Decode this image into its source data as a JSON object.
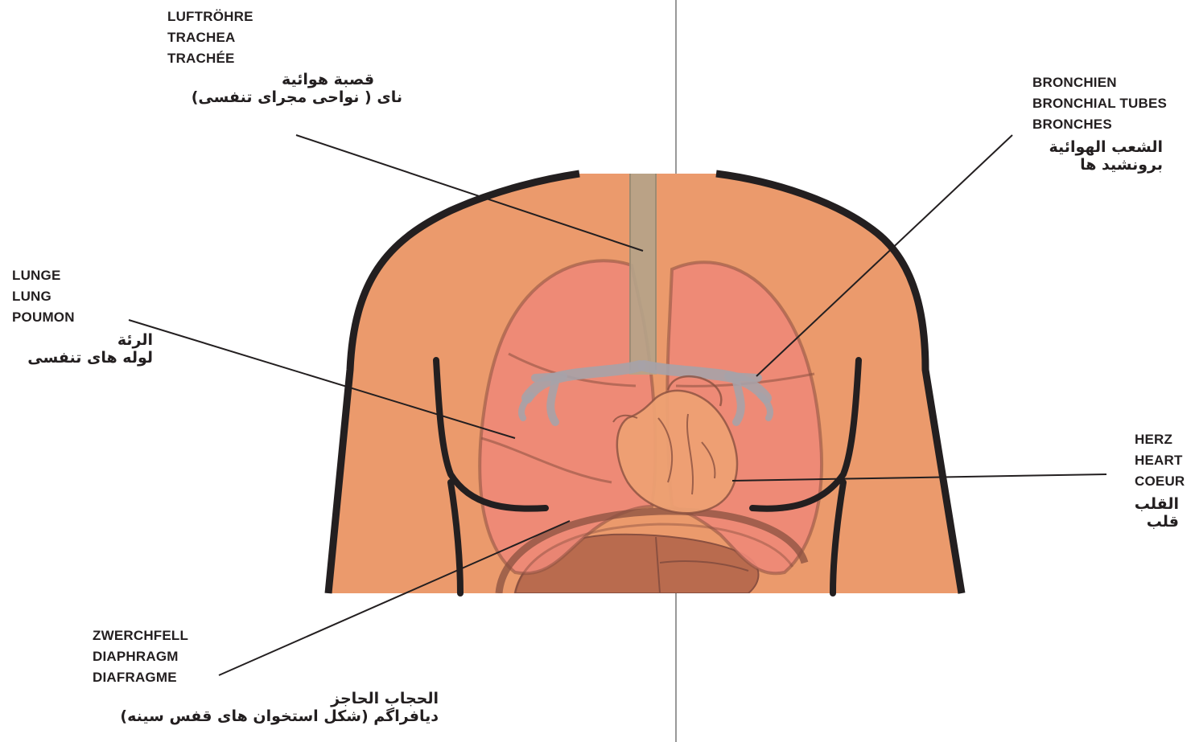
{
  "colors": {
    "skin": "#eb9a6c",
    "outline": "#231f20",
    "lung": "#ee8878",
    "organ_outline": "#8a5040",
    "trachea": "#b5a389",
    "bronchi": "#a6a2a8",
    "heart": "#eda073",
    "liver": "#b96b4e",
    "leader_line": "#231f20",
    "center_line": "#555555"
  },
  "labels": {
    "trachea": {
      "de": "LUFTRÖHRE",
      "en": "TRACHEA",
      "fr": "TRACHÉE",
      "ar": "قصبة هوائية",
      "fa": "نای ( نواحی مجرای تنفسی)"
    },
    "bronchi": {
      "de": "BRONCHIEN",
      "en": "BRONCHIAL TUBES",
      "fr": "BRONCHES",
      "ar": "الشعب الهوائية",
      "fa": "برونشید ها"
    },
    "lung": {
      "de": "LUNGE",
      "en": "LUNG",
      "fr": "POUMON",
      "ar": "الرئة",
      "fa": "لوله های تنفسی"
    },
    "heart": {
      "de": "HERZ",
      "en": "HEART",
      "fr": "COEUR",
      "ar": "القلب",
      "fa": "قلب"
    },
    "diaphragm": {
      "de": "ZWERCHFELL",
      "en": "DIAPHRAGM",
      "fr": "DIAFRAGME",
      "ar": "الحجاب الحاجز",
      "fa": "دیافراگم (شکل استخوان های قفس سینه)"
    }
  }
}
